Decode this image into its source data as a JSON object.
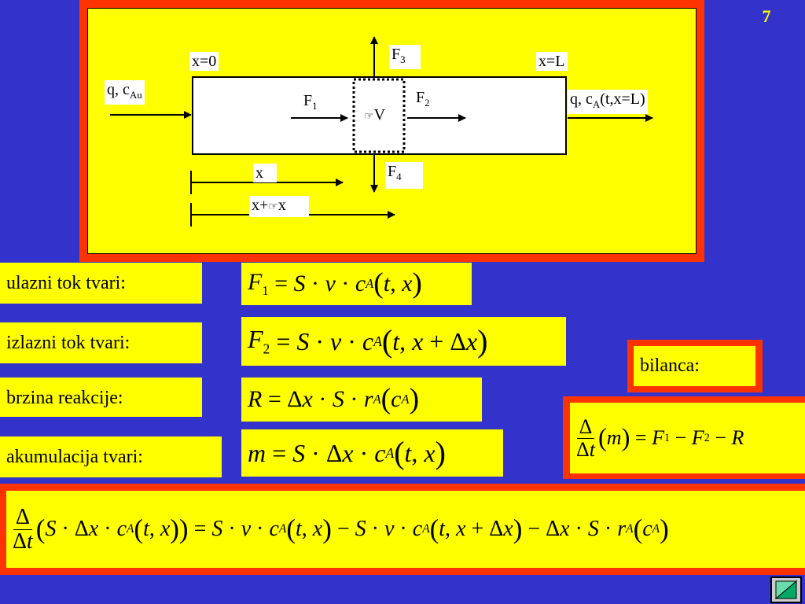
{
  "page": {
    "number": "7"
  },
  "diagram": {
    "inlet_label": "q, c",
    "inlet_sub": "Au",
    "outlet_label": "q, c",
    "outlet_sub": "A",
    "outlet_suffix": "(t,x=L)",
    "x0_label": "x=0",
    "xL_label": "x=L",
    "F1": "F",
    "F1_sub": "1",
    "F2": "F",
    "F2_sub": "2",
    "F3": "F",
    "F3_sub": "3",
    "F4": "F",
    "F4_sub": "4",
    "volume_label": "V",
    "x_label": "x",
    "x_plus_dx_label": "x+",
    "x_plus_dx_suffix": "x"
  },
  "rows": [
    {
      "label": "ulazni tok tvari:"
    },
    {
      "label": "izlazni tok tvari:"
    },
    {
      "label": "brzina reakcije:"
    },
    {
      "label": "akumulacija tvari:"
    }
  ],
  "bilanca": {
    "label": "bilanca:"
  },
  "colors": {
    "background": "#3333cc",
    "panel": "#ffff00",
    "frame": "#ff3300",
    "nav_arrow": "#00aa66"
  }
}
